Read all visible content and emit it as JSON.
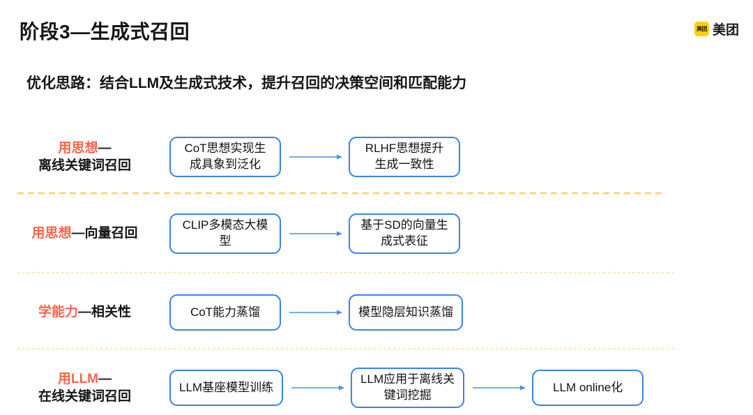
{
  "header": {
    "title": "阶段3—生成式召回",
    "logo": {
      "badge_text": "美团",
      "brand_text": "美团"
    }
  },
  "subtitle": "优化思路：结合LLM及生成式技术，提升召回的决策空间和匹配能力",
  "colors": {
    "accent_orange": "#fa644a",
    "box_border_blue": "#3583ee",
    "arrow_blue": "#4a90e2",
    "divider_yellow": "#ffd44f",
    "divider_light_yellow": "#ffe9b0",
    "meituan_yellow": "#FFD100"
  },
  "rows": [
    {
      "label": {
        "accent": "用思想",
        "rest": "—",
        "line2": "离线关键词召回"
      },
      "boxes": [
        {
          "text": "CoT思想实现生\n成具象到泛化"
        },
        {
          "text": "RLHF思想提升\n生成一致性"
        }
      ]
    },
    {
      "label": {
        "accent": "用思想",
        "rest": "—向量召回",
        "line2": ""
      },
      "boxes": [
        {
          "text": "CLIP多模态大模\n型"
        },
        {
          "text": "基于SD的向量生\n成式表征"
        }
      ]
    },
    {
      "label": {
        "accent": "学能力",
        "rest": "—相关性",
        "line2": ""
      },
      "boxes": [
        {
          "text": "CoT能力蒸馏"
        },
        {
          "text": "模型隐层知识蒸馏"
        }
      ]
    },
    {
      "label": {
        "accent": "用LLM",
        "rest": "—",
        "line2": "在线关键词召回"
      },
      "boxes": [
        {
          "text": "LLM基座模型训练"
        },
        {
          "text": "LLM应用于离线关\n键词挖掘"
        },
        {
          "text": "LLM online化"
        }
      ]
    }
  ]
}
